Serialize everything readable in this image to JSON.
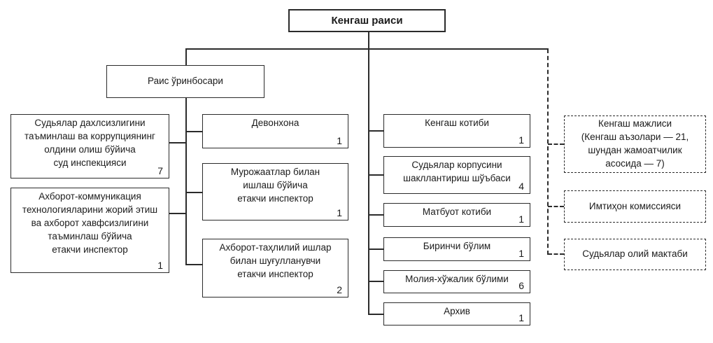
{
  "diagram_type": "organizational-chart",
  "language": "uz-cyrillic",
  "colors": {
    "line": "#2b2b2b",
    "background": "#ffffff",
    "text": "#1b1b1b"
  },
  "boxes": {
    "root": {
      "label": "Кенгаш раиси"
    },
    "deputy": {
      "label": "Раис ўринбосари"
    },
    "left1": {
      "text": "Судьялар дахлсизлигини\nтаъминлаш ва коррупциянинг\nолдини олиш бўйича\nсуд инспекцияси",
      "count": "7"
    },
    "left2": {
      "text": "Ахборот-коммуникация\nтехнологияларини жорий этиш\nва ахборот хавфсизлигини\nтаъминлаш бўйича\nетакчи инспектор",
      "count": "1"
    },
    "mid1": {
      "text": "Девонхона",
      "count": "1"
    },
    "mid2": {
      "text": "Мурожаатлар билан\nишлаш бўйича\nетакчи инспектор",
      "count": "1"
    },
    "mid3": {
      "text": "Ахборот-таҳлилий ишлар\nбилан шуғулланувчи\nетакчи инспектор",
      "count": "2"
    },
    "right1": {
      "text": "Кенгаш котиби",
      "count": "1"
    },
    "right2": {
      "text": "Судьялар корпусини\nшакллантириш шўъбаси",
      "count": "4"
    },
    "right3": {
      "text": "Матбуот котиби",
      "count": "1"
    },
    "right4": {
      "text": "Биринчи бўлим",
      "count": "1"
    },
    "right5": {
      "text": "Молия-хўжалик бўлими",
      "count": "6"
    },
    "right6": {
      "text": "Архив",
      "count": "1"
    },
    "dashed1": {
      "text": "Кенгаш мажлиси\n(Кенгаш аъзолари — 21,\nшундан жамоатчилик\nасосида — 7)"
    },
    "dashed2": {
      "text": "Имтиҳон комиссияси"
    },
    "dashed3": {
      "text": "Судьялар олий мактаби"
    }
  }
}
